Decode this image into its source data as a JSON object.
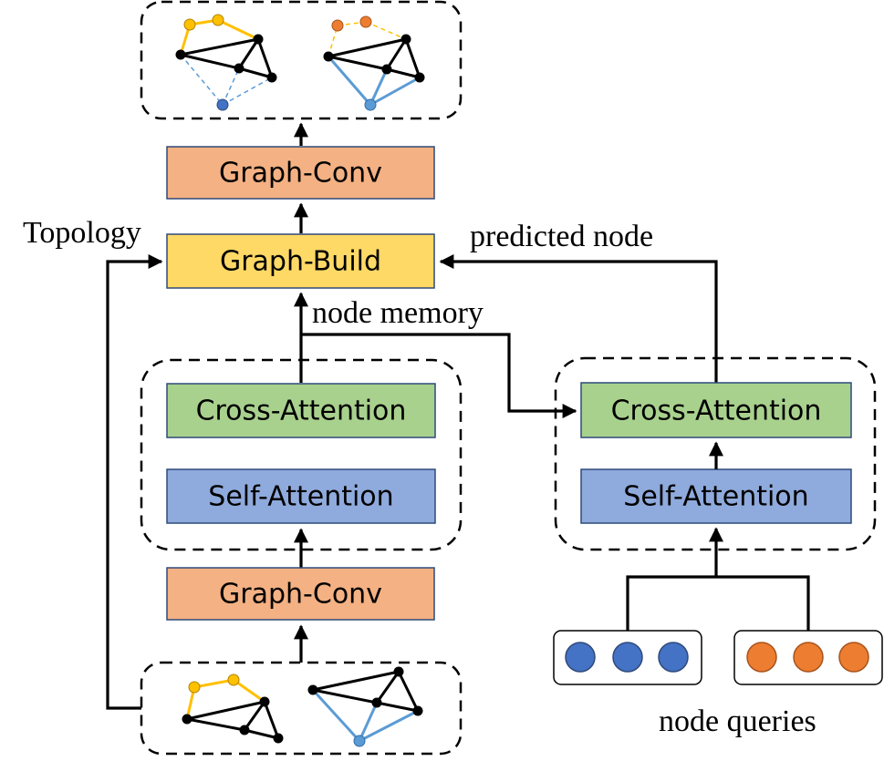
{
  "labels": {
    "topology": "Topology",
    "predicted_node": "predicted node",
    "node_memory": "node memory",
    "node_queries": "node queries"
  },
  "left_stack": {
    "graph_conv_top": "Graph-Conv",
    "graph_build": "Graph-Build",
    "cross_attention": "Cross-Attention",
    "self_attention": "Self-Attention",
    "graph_conv_bottom": "Graph-Conv"
  },
  "right_stack": {
    "cross_attention": "Cross-Attention",
    "self_attention": "Self-Attention"
  },
  "colors": {
    "graph_conv": "#f4b183",
    "graph_build": "#ffd966",
    "cross_attention": "#a9d18e",
    "self_attention": "#8faadc",
    "box_border": "#2f4a7a",
    "node_black": "#000000",
    "node_yellow": "#ffc000",
    "node_orange": "#ed7d31",
    "node_blue": "#4472c4",
    "edge_blue": "#5b9bd5"
  },
  "icons": {
    "graph_input": "graph-icon",
    "graph_output": "graph-icon",
    "query_blue": "circle-icon",
    "query_orange": "circle-icon"
  }
}
